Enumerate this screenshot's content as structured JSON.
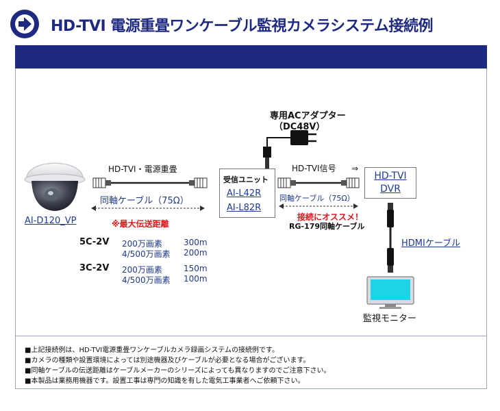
{
  "header": {
    "title": "HD-TVI 電源重畳ワンケーブル監視カメラシステム接続例",
    "brand_color": "#1e2a80"
  },
  "diagram": {
    "camera_model": "AI-D120_VP",
    "cable1_top_label": "HD-TVI・電源重畳",
    "cable1_bottom_label": "同軸ケーブル（75Ω）",
    "max_distance_label": "※最大伝送距離",
    "distances": [
      {
        "cable": "5C-2V",
        "rows": [
          {
            "pixels": "200万画素",
            "distance": "300m"
          },
          {
            "pixels": "4/500万画素",
            "distance": "200m"
          }
        ]
      },
      {
        "cable": "3C-2V",
        "rows": [
          {
            "pixels": "200万画素",
            "distance": "150m"
          },
          {
            "pixels": "4/500万画素",
            "distance": "100m"
          }
        ]
      }
    ],
    "receiver": {
      "title": "受信ユニット",
      "model1": "AI-L42R",
      "model2": "AI-L82R"
    },
    "adapter_label1": "専用ACアダプター",
    "adapter_label2": "（DC48V）",
    "cable2_top_label": "HD-TVI信号",
    "arrow_glyph": "⇒",
    "cable2_bottom_label": "同軸ケーブル（75Ω）",
    "recommend_label": "接続にオススメ！",
    "recommend_cable": "RG-179同軸ケーブル",
    "dvr": {
      "line1": "HD-TVI",
      "line2": "DVR"
    },
    "hdmi_label": "HDMIケーブル",
    "monitor_label": "監視モニター"
  },
  "notes": [
    "■上記接続例は、HD-TVI電源重畳ワンケーブルカメラ録画システムの接続例です。",
    "■カメラの種類や設置環境によっては別途機器及びケーブルが必要となる場合がございます。",
    "■同軸ケーブルの伝送距離はケーブルメーカーのシリーズによっても異なりますのでご注意下さい。",
    "■本製品は業務用機器です。設置工事は専門の知識を有した電気工事業者へご依頼下さい。"
  ]
}
